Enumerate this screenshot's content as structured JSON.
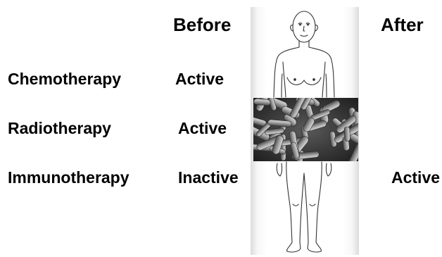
{
  "headers": {
    "before": "Before",
    "after": "After"
  },
  "rows": [
    {
      "label": "Chemotherapy",
      "before": "Active",
      "after": ""
    },
    {
      "label": "Radiotherapy",
      "before": "Active",
      "after": ""
    },
    {
      "label": "Immunotherapy",
      "before": "Inactive",
      "after": "Active"
    }
  ],
  "colors": {
    "text": "#000000",
    "figure_line": "#333333",
    "bacteria_base": "#8a8a8a"
  }
}
